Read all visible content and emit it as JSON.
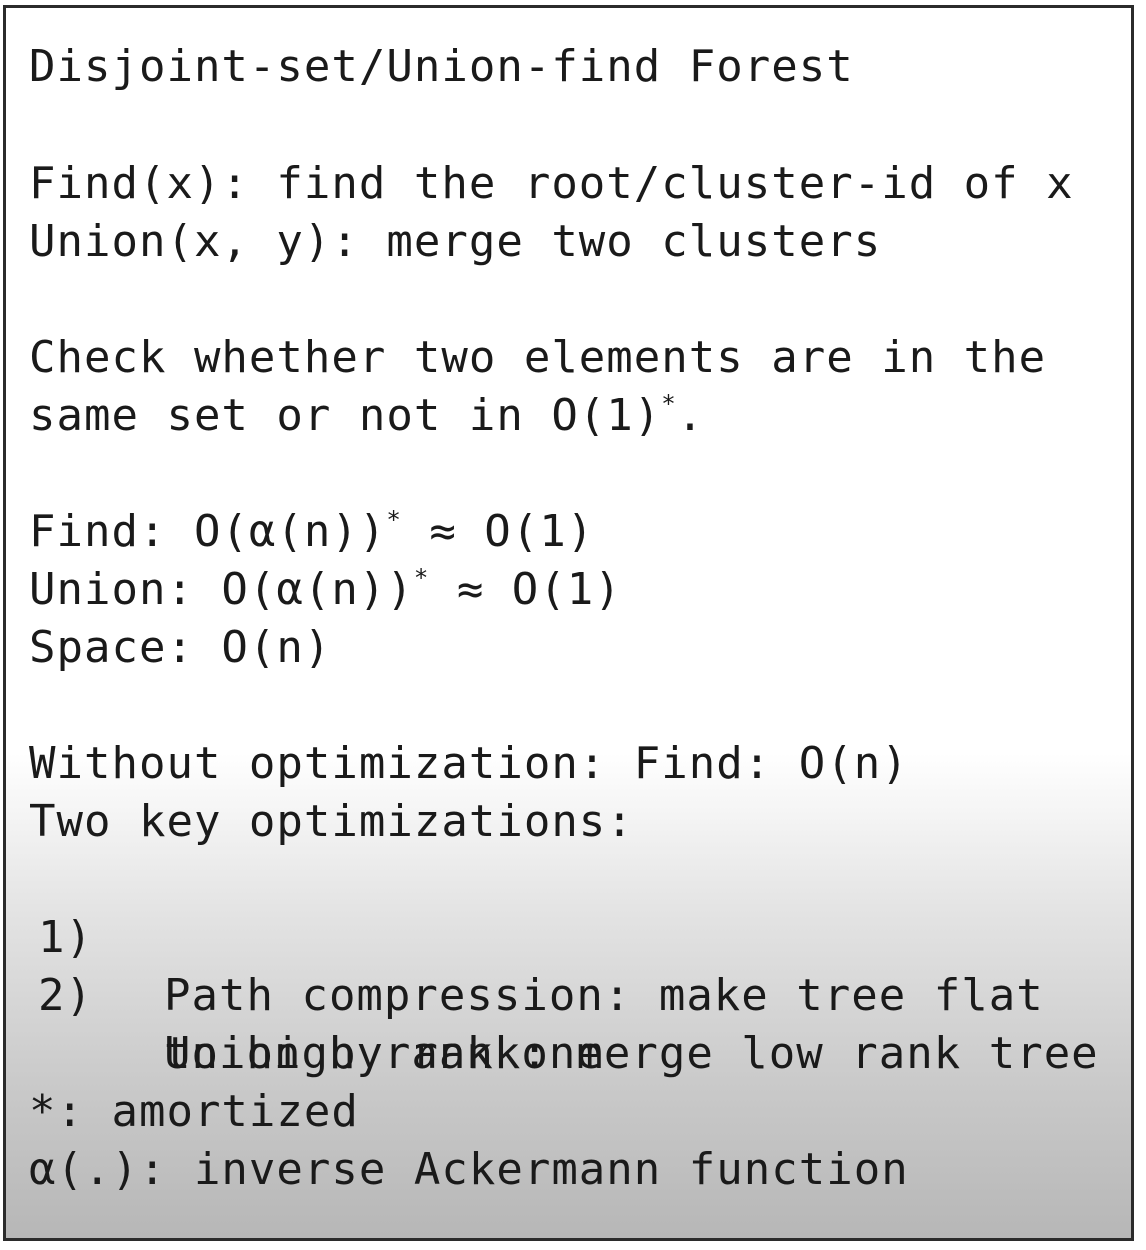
{
  "title": "Disjoint-set/Union-find Forest",
  "operations": {
    "find": "Find(x): find the root/cluster-id of x",
    "union": "Union(x, y): merge two clusters"
  },
  "check": {
    "line1": "Check whether two elements are in the",
    "line2": "same set or not in O(1)",
    "line2_sup": "*",
    "line2_end": "."
  },
  "complexity": {
    "find_prefix": "Find: O(α(n))",
    "find_sup": "*",
    "find_suffix": " ≈ O(1)",
    "union_prefix": "Union: O(α(n))",
    "union_sup": "*",
    "union_suffix": " ≈ O(1)",
    "space": "Space: O(n)"
  },
  "optimizations": {
    "without": "Without optimization: Find: O(n)",
    "heading": "Two key optimizations:",
    "items": [
      {
        "number": "1)",
        "text": "Path compression: make tree flat"
      },
      {
        "number": "2)",
        "text": "Union by rank: merge low rank tree"
      }
    ],
    "item2_continuation": "to high rank one"
  },
  "notes": {
    "amortized": "*: amortized",
    "alpha": "α(.): inverse Ackermann function"
  }
}
